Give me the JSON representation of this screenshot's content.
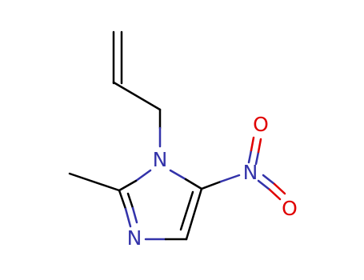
{
  "colors": {
    "carbon_bond": "#000000",
    "nitrogen": "#3333aa",
    "oxygen": "#e00000",
    "background": "#ffffff"
  },
  "atoms": {
    "n1": "N",
    "n3": "N",
    "n_nitro": "N",
    "o_top": "O",
    "o_bottom": "O"
  }
}
